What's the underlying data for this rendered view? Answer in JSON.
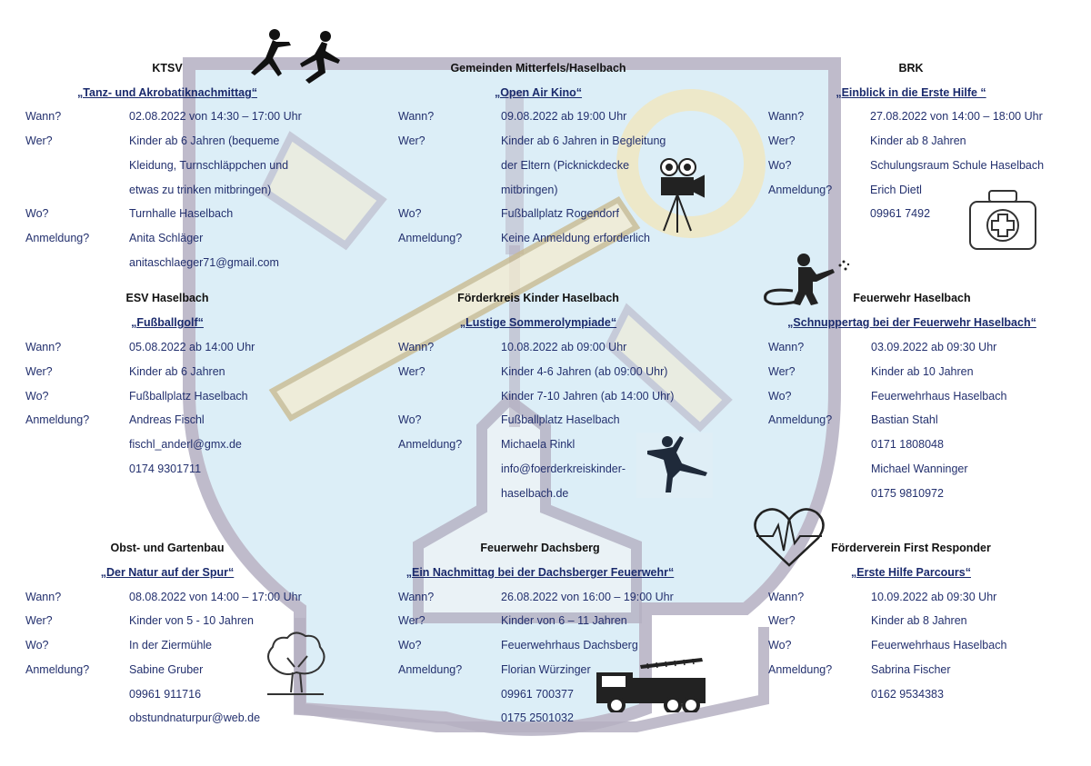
{
  "events": [
    {
      "org": "KTSV",
      "title": "„Tanz- und Akrobatiknachmittag“",
      "rows": [
        {
          "label": "Wann?",
          "lines": [
            "02.08.2022 von 14:30 – 17:00 Uhr"
          ]
        },
        {
          "label": "Wer?",
          "lines": [
            "Kinder ab 6 Jahren (bequeme",
            "Kleidung, Turnschläppchen und",
            "etwas zu trinken mitbringen)"
          ]
        },
        {
          "label": "Wo?",
          "lines": [
            "Turnhalle Haselbach"
          ]
        },
        {
          "label": "Anmeldung?",
          "lines": [
            "Anita Schläger",
            "anitaschlaeger71@gmail.com"
          ]
        }
      ]
    },
    {
      "org": "ESV Haselbach",
      "title": "„Fußballgolf“",
      "rows": [
        {
          "label": "Wann?",
          "lines": [
            "05.08.2022 ab 14:00 Uhr"
          ]
        },
        {
          "label": "Wer?",
          "lines": [
            "Kinder ab 6 Jahren"
          ]
        },
        {
          "label": "Wo?",
          "lines": [
            "Fußballplatz Haselbach"
          ]
        },
        {
          "label": "Anmeldung?",
          "lines": [
            "Andreas Fischl",
            "fischl_anderl@gmx.de",
            "0174 9301711"
          ]
        }
      ]
    },
    {
      "org": "Obst- und Gartenbau",
      "title": "„Der Natur auf der Spur“",
      "rows": [
        {
          "label": "Wann?",
          "lines": [
            "08.08.2022 von 14:00 – 17:00 Uhr"
          ]
        },
        {
          "label": "Wer?",
          "lines": [
            "Kinder von 5 - 10 Jahren"
          ]
        },
        {
          "label": "Wo?",
          "lines": [
            "In der Ziermühle"
          ]
        },
        {
          "label": "Anmeldung?",
          "lines": [
            "Sabine Gruber",
            "09961 911716",
            "obstundnaturpur@web.de"
          ]
        }
      ]
    },
    {
      "org": "Gemeinden Mitterfels/Haselbach",
      "title": "„Open Air Kino“",
      "rows": [
        {
          "label": "Wann?",
          "lines": [
            "09.08.2022 ab 19:00 Uhr"
          ]
        },
        {
          "label": "Wer?",
          "lines": [
            "Kinder ab 6 Jahren in Begleitung",
            "der Eltern (Picknickdecke",
            "mitbringen)"
          ]
        },
        {
          "label": "Wo?",
          "lines": [
            "Fußballplatz Rogendorf"
          ]
        },
        {
          "label": "Anmeldung?",
          "lines": [
            "Keine Anmeldung erforderlich"
          ]
        }
      ]
    },
    {
      "org": "Förderkreis Kinder Haselbach",
      "title": "„Lustige Sommerolympiade“",
      "rows": [
        {
          "label": "Wann?",
          "lines": [
            "10.08.2022 ab 09:00 Uhr"
          ]
        },
        {
          "label": "Wer?",
          "lines": [
            "Kinder 4-6 Jahren (ab 09:00 Uhr)",
            "Kinder 7-10 Jahren (ab 14:00 Uhr)"
          ]
        },
        {
          "label": "Wo?",
          "lines": [
            "Fußballplatz Haselbach"
          ]
        },
        {
          "label": "Anmeldung?",
          "lines": [
            "Michaela Rinkl",
            "info@foerderkreiskinder-",
            "haselbach.de"
          ]
        }
      ]
    },
    {
      "org": "Feuerwehr Dachsberg",
      "title": "„Ein Nachmittag bei der Dachsberger Feuerwehr“",
      "rows": [
        {
          "label": "Wann?",
          "lines": [
            "26.08.2022 von 16:00 – 19:00 Uhr"
          ]
        },
        {
          "label": "Wer?",
          "lines": [
            "Kinder von 6 – 11 Jahren"
          ]
        },
        {
          "label": "Wo?",
          "lines": [
            "Feuerwehrhaus Dachsberg"
          ]
        },
        {
          "label": "Anmeldung?",
          "lines": [
            "Florian Würzinger",
            "09961 700377",
            "0175 2501032"
          ]
        }
      ]
    },
    {
      "org": "BRK",
      "title": "„Einblick in die Erste Hilfe “",
      "rows": [
        {
          "label": "Wann?",
          "lines": [
            "27.08.2022 von 14:00 – 18:00 Uhr"
          ]
        },
        {
          "label": "Wer?",
          "lines": [
            "Kinder ab 8 Jahren"
          ]
        },
        {
          "label": "Wo?",
          "lines": [
            "Schulungsraum Schule Haselbach"
          ]
        },
        {
          "label": "Anmeldung?",
          "lines": [
            "Erich Dietl",
            "09961 7492"
          ]
        }
      ]
    },
    {
      "org": "Feuerwehr Haselbach",
      "title": "„Schnuppertag bei der Feuerwehr Haselbach“",
      "rows": [
        {
          "label": "Wann?",
          "lines": [
            "03.09.2022 ab 09:30 Uhr"
          ]
        },
        {
          "label": "Wer?",
          "lines": [
            "Kinder ab 10 Jahren"
          ]
        },
        {
          "label": "Wo?",
          "lines": [
            "Feuerwehrhaus Haselbach"
          ]
        },
        {
          "label": "Anmeldung?",
          "lines": [
            "Bastian Stahl",
            "0171 1808048",
            "Michael Wanninger",
            "0175 9810972"
          ]
        }
      ]
    },
    {
      "org": "Förderverein First Responder",
      "title": "„Erste Hilfe Parcours“",
      "rows": [
        {
          "label": "Wann?",
          "lines": [
            "10.09.2022 ab 09:30 Uhr"
          ]
        },
        {
          "label": "Wer?",
          "lines": [
            "Kinder ab 8 Jahren"
          ]
        },
        {
          "label": "Wo?",
          "lines": [
            "Feuerwehrhaus Haselbach"
          ]
        },
        {
          "label": "Anmeldung?",
          "lines": [
            "Sabrina Fischer",
            "0162 9534383"
          ]
        }
      ]
    }
  ],
  "icons": [
    "dancers-icon",
    "tree-icon",
    "film-camera-icon",
    "gymnast-icon",
    "fire-truck-icon",
    "first-aid-kit-icon",
    "firefighter-hose-icon",
    "heart-pulse-icon"
  ],
  "colors": {
    "label_text": "#23306e",
    "heading_text": "#111111",
    "shield_fill": "#d6ecf6",
    "shield_outline": "#b5b0c2",
    "key_fill": "#f4ecd0"
  }
}
